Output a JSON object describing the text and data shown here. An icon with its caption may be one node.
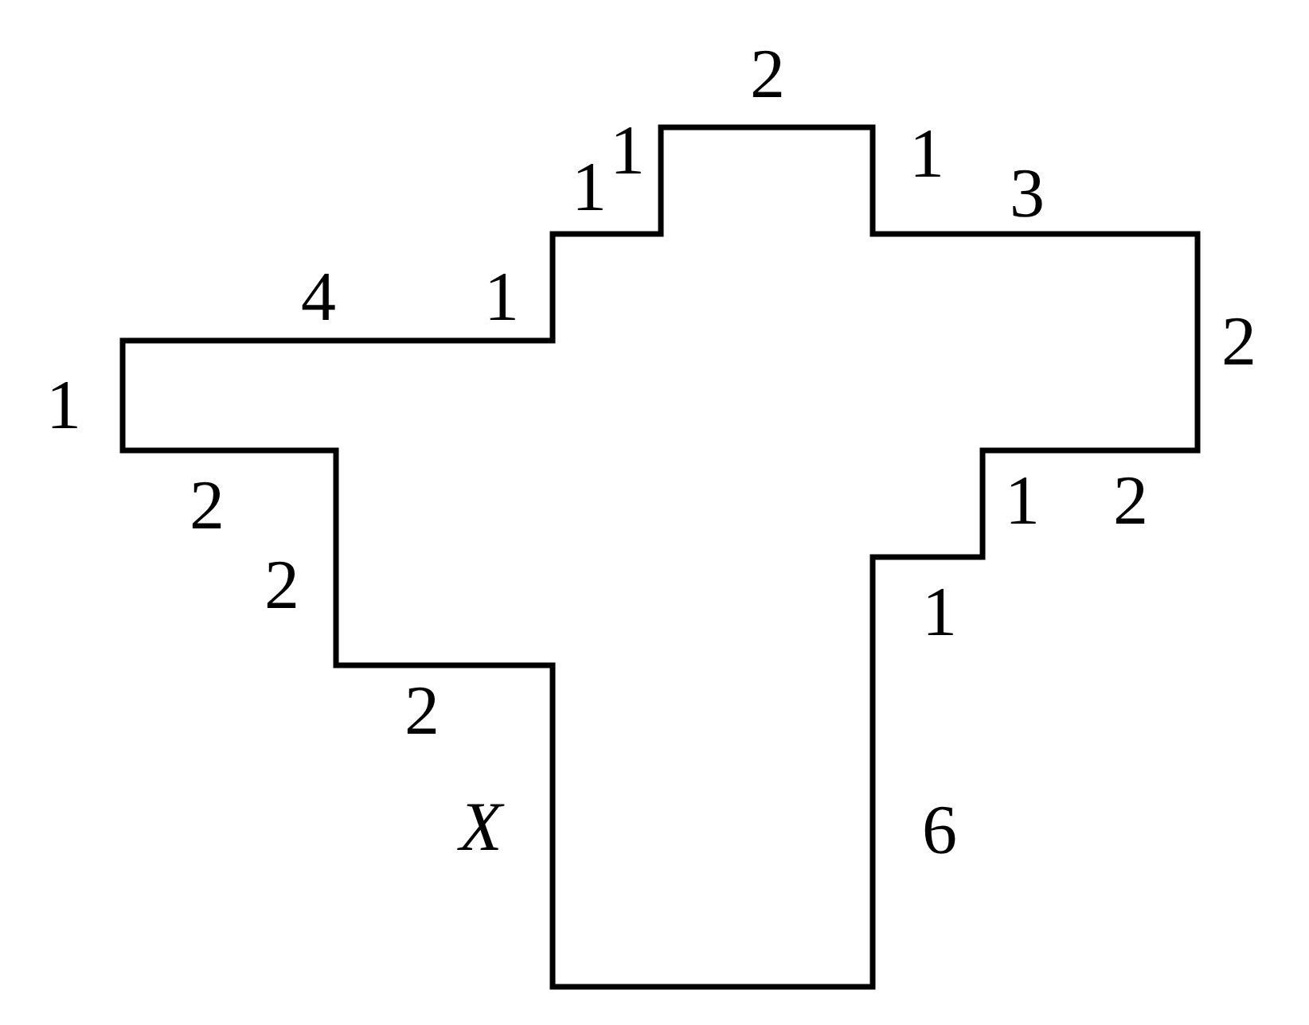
{
  "diagram": {
    "labels": [
      "2",
      "1",
      "1",
      "1",
      "3",
      "4",
      "1",
      "2",
      "1",
      "2",
      "1",
      "2",
      "2",
      "1",
      "2",
      "X",
      "6"
    ]
  }
}
